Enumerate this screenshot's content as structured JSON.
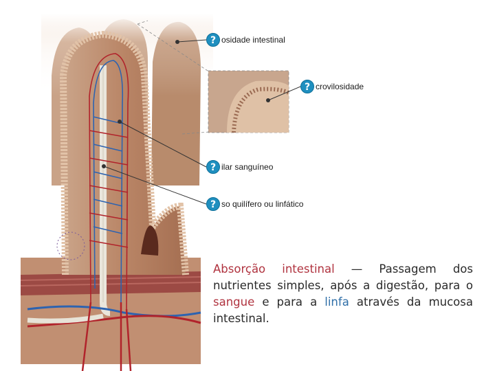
{
  "labels": {
    "villus": {
      "mark": "?",
      "text": "osidade intestinal"
    },
    "microvillus": {
      "mark": "?",
      "text": "crovilosidade"
    },
    "capillary": {
      "mark": "?",
      "text": "ilar sanguíneo"
    },
    "lacteal": {
      "mark": "?",
      "text": "so quilífero ou linfático"
    }
  },
  "caption": {
    "term": "Absorção intestinal",
    "dash": " — ",
    "part1": "Passagem dos nutrientes simples, após a digestão, para o ",
    "blood": "sangue",
    "part2": " e para a ",
    "lymph": "linfa",
    "part3": " através da mucosa intestinal."
  },
  "colors": {
    "term": "#b0333f",
    "blood": "#b0333f",
    "lymph": "#2f6fa8",
    "badge": "#1f8fbf"
  },
  "icons": [
    "question-mark-icon"
  ]
}
